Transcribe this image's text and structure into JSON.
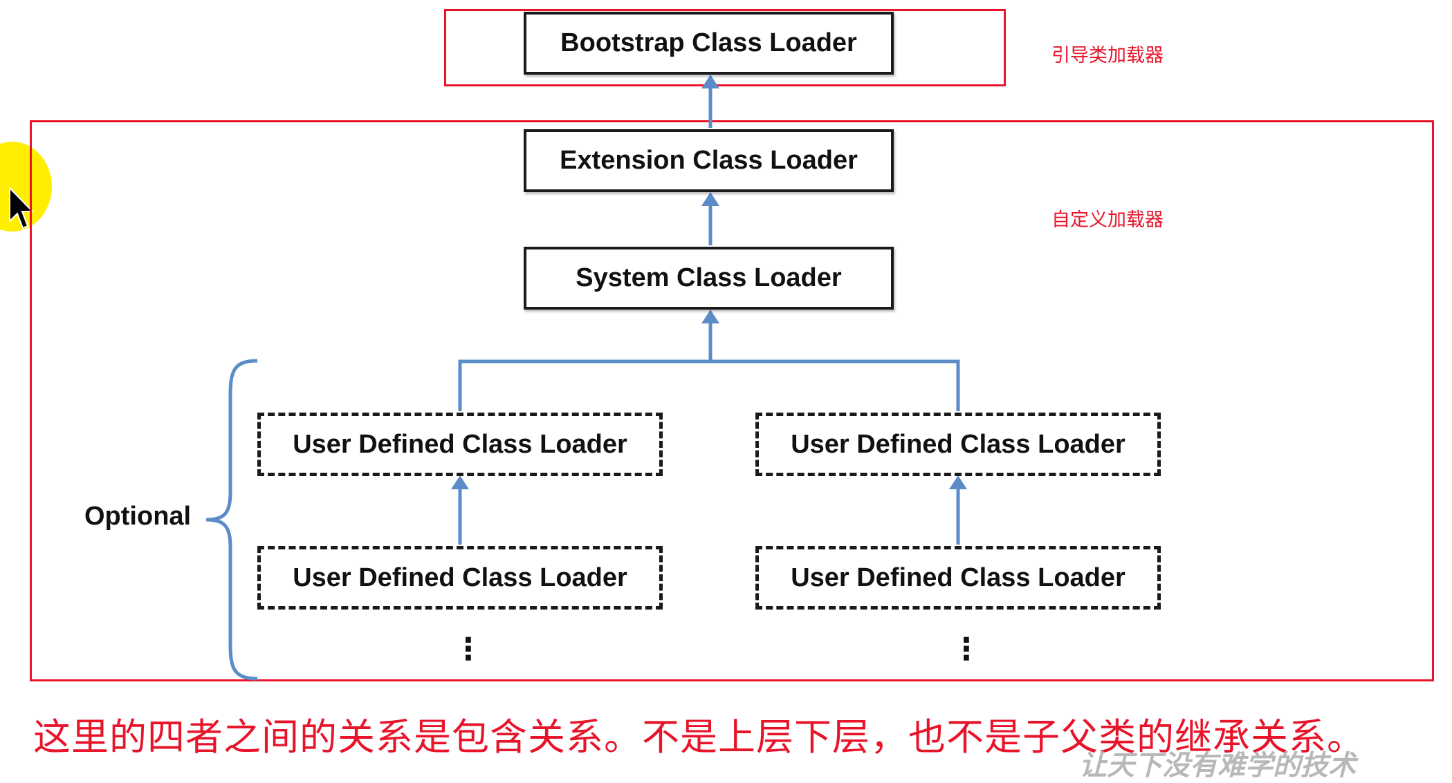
{
  "boxes": {
    "bootstrap": "Bootstrap Class Loader",
    "extension": "Extension Class Loader",
    "system": "System Class Loader",
    "user_defined": "User Defined Class Loader"
  },
  "annotations": {
    "bootstrap_label": "引导类加载器",
    "custom_label": "自定义加载器"
  },
  "optional_label": "Optional",
  "dots": "⋮",
  "caption": "这里的四者之间的关系是包含关系。不是上层下层，也不是子父类的继承关系。",
  "watermark": "让天下没有难学的技术",
  "colors": {
    "frame_red": "#e8142a",
    "arrow_blue": "#5b8cc8",
    "highlight_yellow": "#ffee00"
  }
}
